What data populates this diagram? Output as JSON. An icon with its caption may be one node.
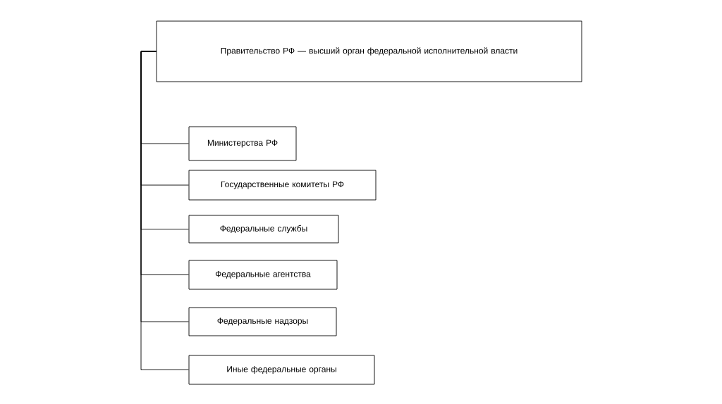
{
  "diagram": {
    "nodes": [
      {
        "text": [
          "Правительство РФ — высший орган федеральной исполнительной власти"
        ]
      },
      {
        "text": [
          "Министерства РФ"
        ]
      },
      {
        "text": [
          "Государственные комитеты РФ"
        ]
      },
      {
        "text": [
          "Федеральные службы"
        ]
      },
      {
        "text": [
          "Федеральные агентства"
        ]
      },
      {
        "text": [
          "Федеральные надзоры"
        ]
      },
      {
        "text": [
          "Иные федеральные органы"
        ]
      }
    ],
    "edges": [
      {
        "from": 0,
        "to": 1,
        "arrow": "none"
      },
      {
        "from": 0,
        "to": 2,
        "arrow": "none"
      },
      {
        "from": 0,
        "to": 3,
        "arrow": "none"
      },
      {
        "from": 0,
        "to": 4,
        "arrow": "none"
      },
      {
        "from": 0,
        "to": 5,
        "arrow": "none"
      },
      {
        "from": 0,
        "to": 6,
        "arrow": "none"
      }
    ]
  }
}
